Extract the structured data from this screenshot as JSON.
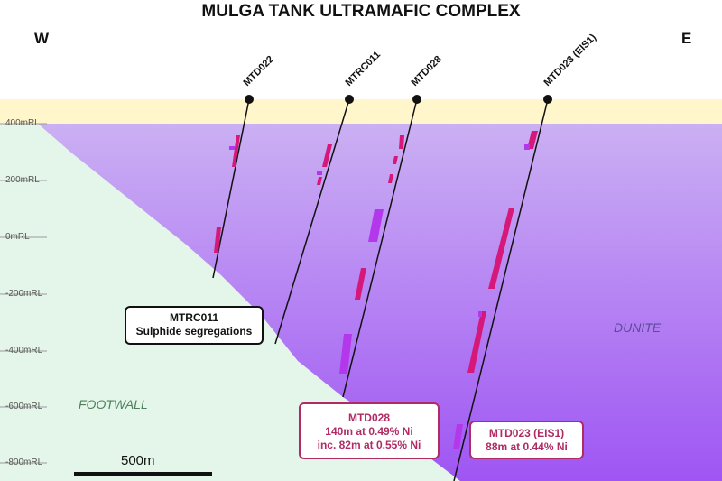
{
  "title": "MULGA TANK ULTRAMAFIC COMPLEX",
  "directions": {
    "west": "W",
    "east": "E"
  },
  "rl_labels": [
    "400mRL",
    "200mRL",
    "0mRL",
    "-200mRL",
    "-400mRL",
    "-600mRL",
    "-800mRL"
  ],
  "drillholes": [
    "MTD022",
    "MTRC011",
    "MTD028",
    "MTD023 (EIS1)"
  ],
  "units": {
    "footwall": "FOOTWALL",
    "dunite": "DUNITE"
  },
  "callouts": {
    "mtrc011": {
      "line1": "MTRC011",
      "line2": "Sulphide segregations"
    },
    "mtd028": {
      "line1": "MTD028",
      "line2": "140m at 0.49% Ni",
      "line3": "inc. 82m at 0.55% Ni"
    },
    "mtd023": {
      "line1": "MTD023 (EIS1)",
      "line2": "88m at 0.44% Ni"
    }
  },
  "scale_bar": {
    "label": "500m"
  },
  "colors": {
    "cover": "#fff6cc",
    "footwall": "#e4f5e9",
    "dunite_light": "#cbb0f3",
    "dunite_dark": "#9f55f3",
    "intercept_magenta": "#d5187a",
    "intercept_violet": "#b338ec",
    "callout_text": "#b02a64"
  }
}
